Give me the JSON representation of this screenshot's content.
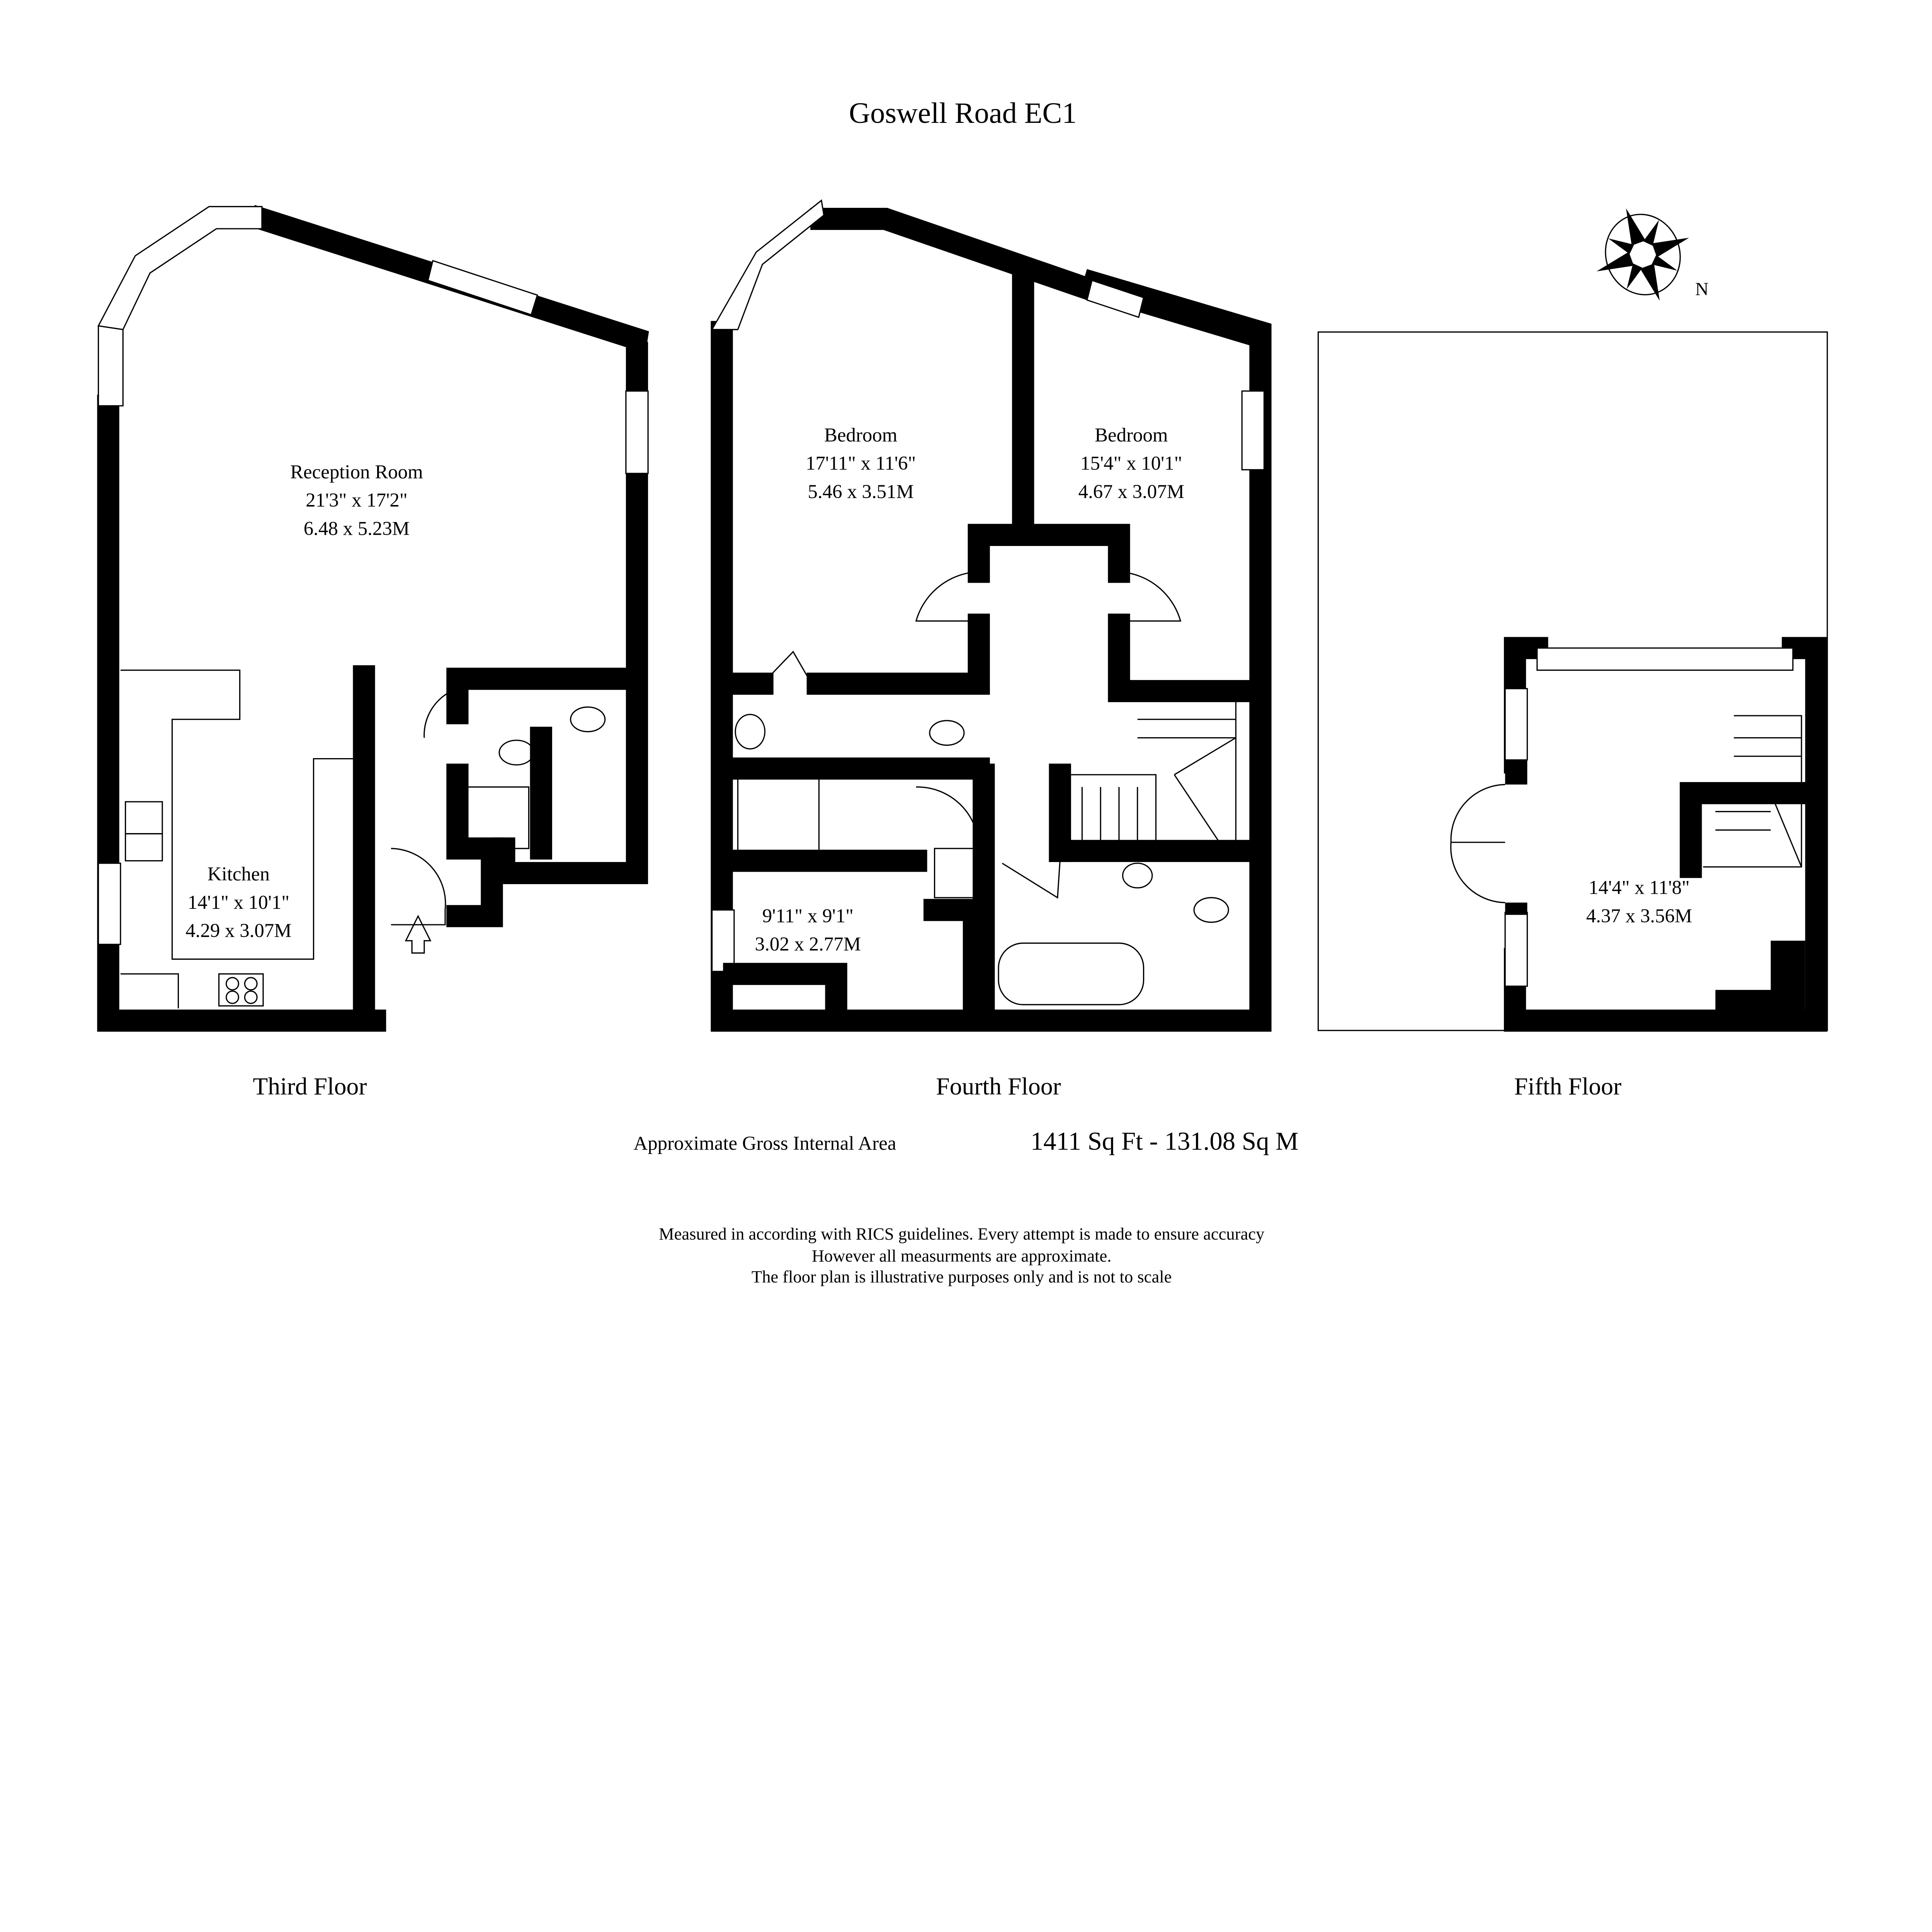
{
  "title": "Goswell Road EC1",
  "compass": {
    "label": "N"
  },
  "floors": {
    "third": {
      "name": "Third Floor",
      "rooms": [
        {
          "name": "Reception Room",
          "imperial": "21'3\" x 17'2\"",
          "metric": "6.48 x 5.23M"
        },
        {
          "name": "Kitchen",
          "imperial": "14'1\" x 10'1\"",
          "metric": "4.29 x 3.07M"
        }
      ]
    },
    "fourth": {
      "name": "Fourth Floor",
      "rooms": [
        {
          "name": "Bedroom",
          "imperial": "17'11\" x 11'6\"",
          "metric": "5.46 x 3.51M"
        },
        {
          "name": "Bedroom",
          "imperial": "15'4\" x 10'1\"",
          "metric": "4.67 x 3.07M"
        },
        {
          "imperial": "9'11\" x 9'1\"",
          "metric": "3.02 x 2.77M"
        }
      ]
    },
    "fifth": {
      "name": "Fifth Floor",
      "rooms": [
        {
          "imperial": "14'4\" x 11'8\"",
          "metric": "4.37 x 3.56M"
        }
      ]
    }
  },
  "area": {
    "label": "Approximate Gross Internal Area",
    "value": "1411 Sq Ft - 131.08 Sq M"
  },
  "disclaimer": [
    "Measured in according with RICS guidelines. Every attempt is made to ensure accuracy",
    "However all measurments are approximate.",
    "The floor plan is illustrative purposes only and is not to scale"
  ]
}
